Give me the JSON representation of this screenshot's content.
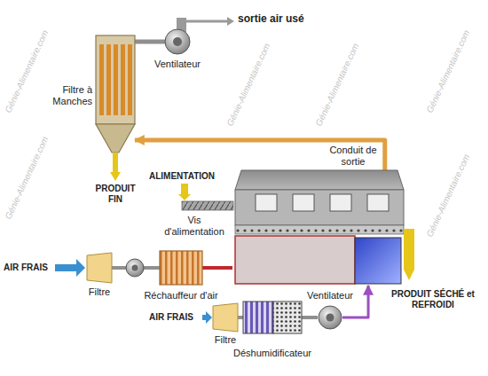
{
  "diagram": {
    "nodes": [
      {
        "text": [
          "Filtre à Manches"
        ]
      },
      {
        "text": [
          "Ventilateur"
        ]
      },
      {
        "text": [
          "Conduit de sortie"
        ]
      },
      {
        "text": [
          "Filtre"
        ]
      },
      {
        "text": [
          "Réchauffeur d'air"
        ]
      },
      {
        "text": [
          "Filtre"
        ]
      },
      {
        "text": [
          "Déshumidificateur"
        ]
      },
      {
        "text": [
          "Ventilateur"
        ]
      }
    ],
    "edges": [
      {
        "from": 2,
        "to": 0,
        "arrow": "to"
      },
      {
        "from": 0,
        "to": 1,
        "arrow": "none"
      },
      {
        "from": 3,
        "to": 4,
        "arrow": "none"
      },
      {
        "from": 4,
        "to": 2,
        "arrow": "none"
      },
      {
        "from": 5,
        "to": 6,
        "arrow": "none"
      },
      {
        "from": 6,
        "to": 7,
        "arrow": "none"
      },
      {
        "from": 7,
        "to": 2,
        "arrow": "to"
      }
    ],
    "labels": [
      "sortie air usé",
      "ALIMENTATION",
      "PRODUIT FIN",
      "Vis d'alimentation",
      "AIR FRAIS",
      "AIR FRAIS",
      "PRODUIT SÉCHÉ et REFROIDI",
      "Génie-Alimentaire.com",
      "Génie-Alimentaire.com",
      "Génie-Alimentaire.com",
      "Génie-Alimentaire.com",
      "Génie-Alimentaire.com",
      "Génie-Alimentaire.com"
    ]
  }
}
